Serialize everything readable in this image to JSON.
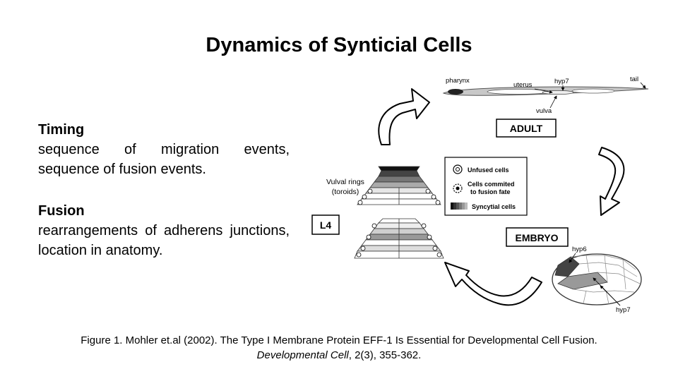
{
  "slide": {
    "title": "Dynamics of Synticial Cells",
    "timing": {
      "heading": "Timing",
      "body": "sequence of migration events, sequence of fusion events."
    },
    "fusion": {
      "heading": "Fusion",
      "body": "rearrangements of adherens junctions, location in anatomy."
    },
    "caption": {
      "line1": "Figure 1. Mohler et.al (2002). The Type I Membrane Protein EFF-1 Is Essential for Developmental Cell Fusion.",
      "journal": "Developmental Cell",
      "rest": ", 2(3), 355-362."
    }
  },
  "figure": {
    "adult_labels": {
      "pharynx": "pharynx",
      "uterus": "uterus",
      "hyp7": "hyp7",
      "tail": "tail",
      "vulva": "vulva"
    },
    "stage_adult": "ADULT",
    "stage_embryo": "EMBRYO",
    "stage_l4": "L4",
    "vulval_line1": "Vulval rings",
    "vulval_line2": "(toroids)",
    "legend": {
      "unfused": "Unfused cells",
      "committed_line1": "Cells commited",
      "committed_line2": "to fusion fate",
      "syncytial": "Syncytial cells"
    },
    "embryo_labels": {
      "hyp6": "hyp6",
      "hyp7": "hyp7"
    }
  }
}
